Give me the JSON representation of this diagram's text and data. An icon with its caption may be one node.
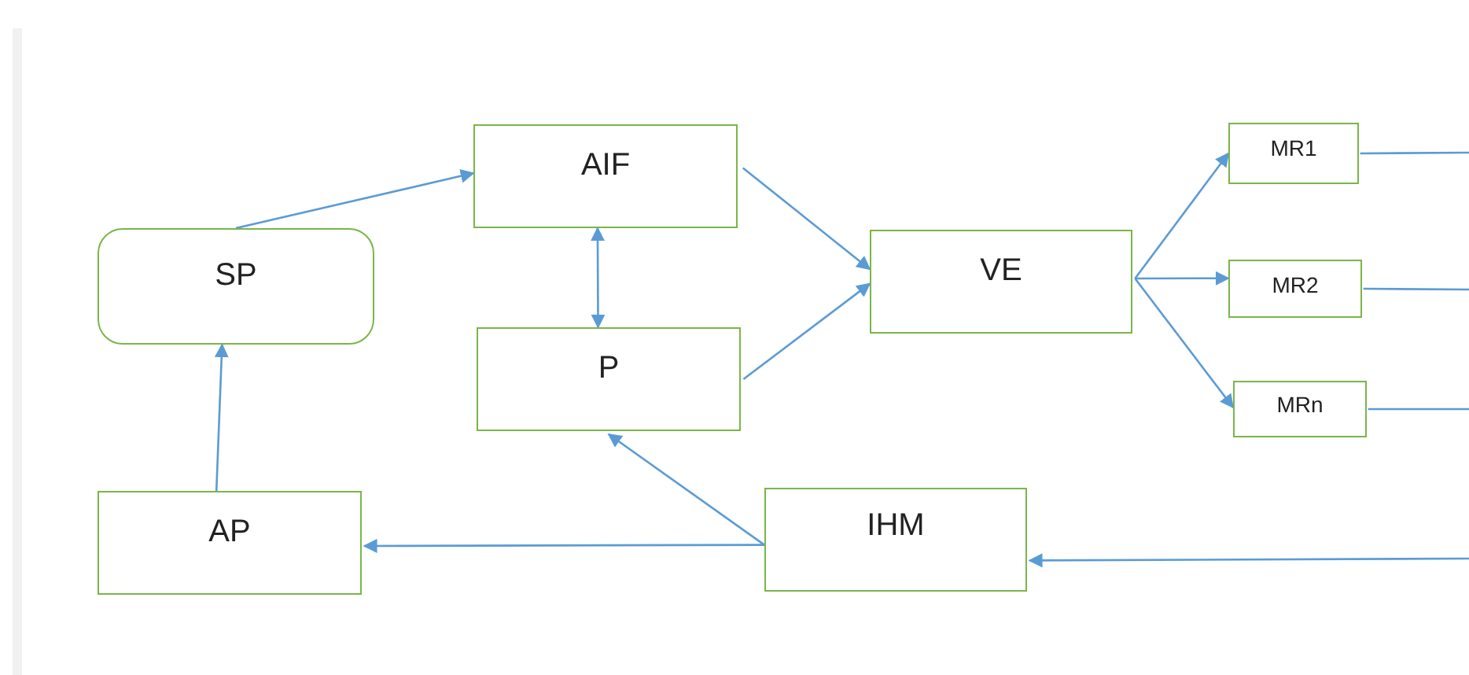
{
  "diagram": {
    "nodes": [
      {
        "text": [
          "SP"
        ]
      },
      {
        "text": [
          "AIF"
        ]
      },
      {
        "text": [
          "P"
        ]
      },
      {
        "text": [
          "VE"
        ]
      },
      {
        "text": [
          "MR1"
        ]
      },
      {
        "text": [
          "MR2"
        ]
      },
      {
        "text": [
          "MRn"
        ]
      },
      {
        "text": [
          "AP"
        ]
      },
      {
        "text": [
          "IHM"
        ]
      }
    ],
    "edges": [
      {
        "from": 0,
        "to": 1,
        "arrow": "to"
      },
      {
        "from": 1,
        "to": 2,
        "arrow": "both"
      },
      {
        "from": 1,
        "to": 3,
        "arrow": "to"
      },
      {
        "from": 2,
        "to": 3,
        "arrow": "to"
      },
      {
        "from": 3,
        "to": 4,
        "arrow": "to"
      },
      {
        "from": 3,
        "to": 5,
        "arrow": "to"
      },
      {
        "from": 3,
        "to": 6,
        "arrow": "to"
      },
      {
        "from": 7,
        "to": 0,
        "arrow": "to"
      },
      {
        "from": 8,
        "to": 7,
        "arrow": "to"
      },
      {
        "from": 8,
        "to": 2,
        "arrow": "to"
      },
      {
        "from": 4,
        "to": null,
        "arrow": "none"
      },
      {
        "from": 5,
        "to": null,
        "arrow": "none"
      },
      {
        "from": 6,
        "to": null,
        "arrow": "none"
      },
      {
        "from": null,
        "to": 8,
        "arrow": "to"
      }
    ]
  }
}
